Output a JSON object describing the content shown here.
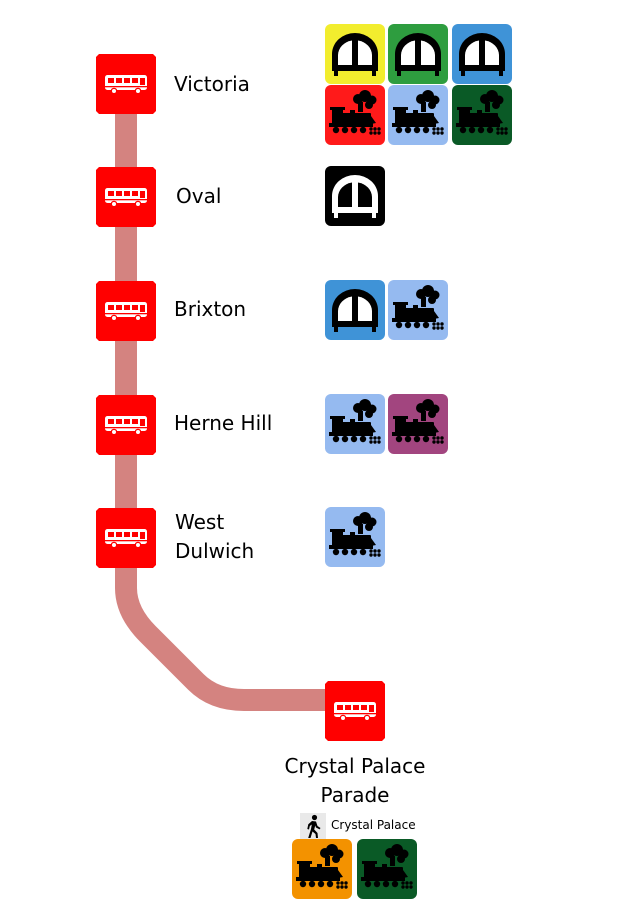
{
  "colors": {
    "route_line": "#d48380",
    "bus_stop": "#ff0000",
    "walk_bg": "#e9e9e9"
  },
  "stops": [
    {
      "name": "Victoria",
      "icon": "bus-icon",
      "connections": [
        {
          "mode": "underground",
          "icon": "underground-train-icon",
          "color": "#f2ed2e"
        },
        {
          "mode": "underground",
          "icon": "underground-train-icon",
          "color": "#2e9d3f"
        },
        {
          "mode": "underground",
          "icon": "underground-train-icon",
          "color": "#3f93d7"
        },
        {
          "mode": "rail",
          "icon": "steam-train-icon",
          "color": "#ff1a1a"
        },
        {
          "mode": "rail",
          "icon": "steam-train-icon",
          "color": "#95baf0"
        },
        {
          "mode": "rail",
          "icon": "steam-train-icon",
          "color": "#0a5a26"
        }
      ]
    },
    {
      "name": "Oval",
      "icon": "bus-icon",
      "connections": [
        {
          "mode": "underground",
          "icon": "underground-train-icon",
          "color": "#000000"
        }
      ]
    },
    {
      "name": "Brixton",
      "icon": "bus-icon",
      "connections": [
        {
          "mode": "underground",
          "icon": "underground-train-icon",
          "color": "#3f93d7"
        },
        {
          "mode": "rail",
          "icon": "steam-train-icon",
          "color": "#95baf0"
        }
      ]
    },
    {
      "name": "Herne Hill",
      "icon": "bus-icon",
      "connections": [
        {
          "mode": "rail",
          "icon": "steam-train-icon",
          "color": "#95baf0"
        },
        {
          "mode": "rail",
          "icon": "steam-train-icon",
          "color": "#a2457f"
        }
      ]
    },
    {
      "name_lines": [
        "West",
        "Dulwich"
      ],
      "icon": "bus-icon",
      "connections": [
        {
          "mode": "rail",
          "icon": "steam-train-icon",
          "color": "#95baf0"
        }
      ]
    }
  ],
  "terminus": {
    "name_lines": [
      "Crystal Palace",
      "Parade"
    ],
    "icon": "bus-icon",
    "walk": {
      "icon": "walking-person-icon",
      "label": "Crystal Palace"
    },
    "connections": [
      {
        "mode": "rail",
        "icon": "steam-train-icon",
        "color": "#f39200"
      },
      {
        "mode": "rail",
        "icon": "steam-train-icon",
        "color": "#0a5a26"
      }
    ]
  }
}
